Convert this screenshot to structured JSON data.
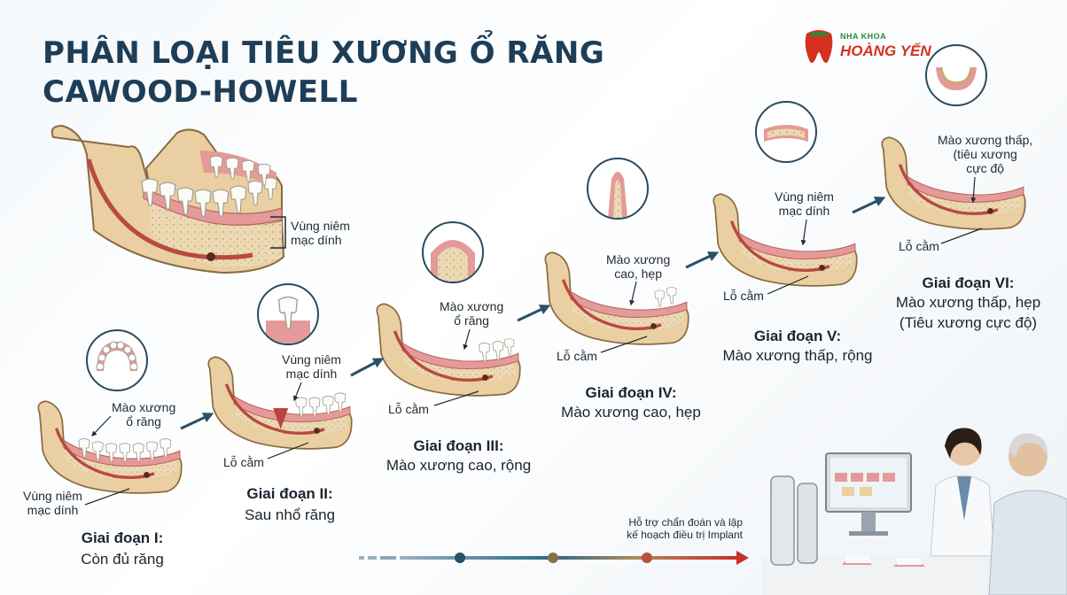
{
  "title": [
    "PHÂN LOẠI TIÊU XƯƠNG Ổ RĂNG",
    "CAWOOD-HOWELL"
  ],
  "logo": {
    "line1": "NHA KHOA",
    "line2": "HOÀNG YẾN"
  },
  "main_label": [
    "Vùng niêm",
    "mạc dính"
  ],
  "stages": [
    {
      "heading": "Giai đoạn I:",
      "desc": "Còn đủ răng",
      "labels": {
        "ridge": [
          "Mào xương",
          "ổ răng"
        ],
        "mucosa": [
          "Vùng niêm",
          "mạc dính"
        ]
      }
    },
    {
      "heading": "Giai đoạn II:",
      "desc": "Sau nhổ răng",
      "labels": {
        "mucosa": [
          "Vùng niêm",
          "mạc dính"
        ],
        "foramen": "Lỗ cằm"
      }
    },
    {
      "heading": "Giai đoạn III:",
      "desc": "Mào xương cao, rộng",
      "labels": {
        "ridge": [
          "Mào xương",
          "ổ răng"
        ],
        "foramen": "Lỗ cằm"
      }
    },
    {
      "heading": "Giai đoạn IV:",
      "desc": "Mào xương cao, hẹp",
      "labels": {
        "ridge": [
          "Mào xương",
          "cao, hẹp"
        ],
        "foramen": "Lỗ cằm"
      }
    },
    {
      "heading": "Giai đoạn V:",
      "desc": "Mào xương thấp, rộng",
      "labels": {
        "mucosa": [
          "Vùng niêm",
          "mạc dính"
        ],
        "foramen": "Lỗ cằm"
      }
    },
    {
      "heading": "Giai đoạn VI:",
      "desc": [
        "Mào xương thấp, hẹp",
        "(Tiêu xương cực độ)"
      ],
      "labels": {
        "ridge": [
          "Mào xương thấp,",
          "(tiêu xương",
          "cực độ"
        ],
        "foramen": "Lỗ cằm"
      }
    }
  ],
  "support_text": [
    "Hỗ trợ chẩn đoán và lập",
    "kế hoạch điều trị Implant"
  ]
}
